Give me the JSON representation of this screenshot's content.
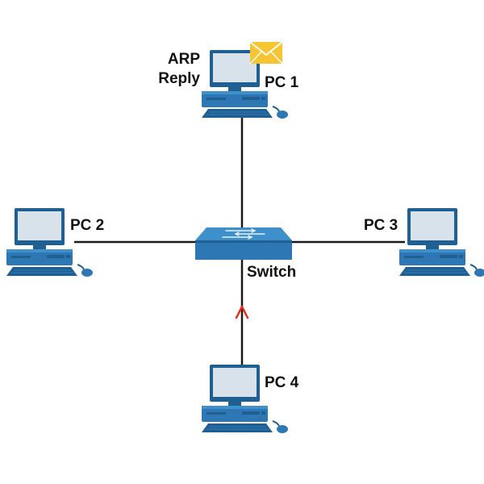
{
  "colors": {
    "background": "#ffffff",
    "link": "#1a1a1a",
    "device_dark": "#1f5f91",
    "device_mid": "#2d78b4",
    "device_light": "#3f8fcb",
    "screen": "#d8e2ea",
    "envelope": "#f7c531",
    "arrow": "#e52b22",
    "text": "#111111"
  },
  "nodes": {
    "switch": {
      "label": "Switch",
      "icon": "network-switch-icon"
    },
    "pc1": {
      "label": "PC 1",
      "icon": "desktop-computer-icon"
    },
    "pc2": {
      "label": "PC 2",
      "icon": "desktop-computer-icon"
    },
    "pc3": {
      "label": "PC 3",
      "icon": "desktop-computer-icon"
    },
    "pc4": {
      "label": "PC 4",
      "icon": "desktop-computer-icon"
    }
  },
  "message": {
    "lines": [
      "ARP",
      "Reply"
    ],
    "icon": "envelope-icon"
  },
  "flow": {
    "icon": "arrow-up-icon"
  }
}
